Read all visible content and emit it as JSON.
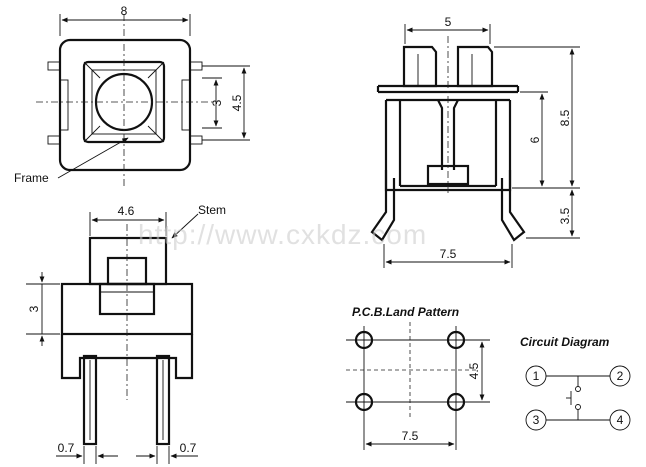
{
  "top_view": {
    "width_label": "8",
    "inner_label": "3",
    "height_label": "4.5",
    "frame_label": "Frame"
  },
  "side_view": {
    "pitch_label": "5",
    "height_label": "8.5",
    "body_label": "6",
    "lead_label": "3.5",
    "span_label": "7.5"
  },
  "front_view": {
    "stem_width_label": "4.6",
    "stem_label": "Stem",
    "stem_height_label": "3",
    "pin_left_label": "0.7",
    "pin_right_label": "0.7"
  },
  "pcb": {
    "title": "P.C.B.Land Pattern",
    "v_label": "4.5",
    "h_label": "7.5"
  },
  "circuit": {
    "title": "Circuit Diagram",
    "pins": [
      "1",
      "2",
      "3",
      "4"
    ]
  },
  "watermark": "http://www.cxkdz.com"
}
